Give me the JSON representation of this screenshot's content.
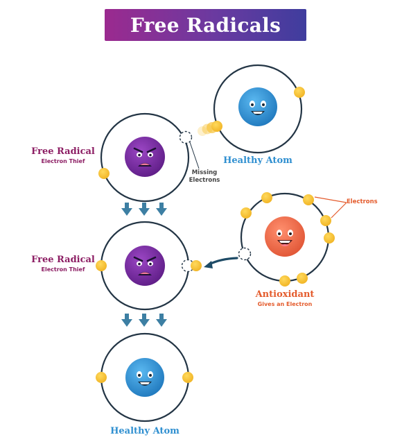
{
  "title": "Free Radicals",
  "labels": {
    "free_radical_1": {
      "title": "Free Radical",
      "subtitle": "Electron Thief"
    },
    "free_radical_2": {
      "title": "Free Radical",
      "subtitle": "Electron Thief"
    },
    "healthy_atom_top": "Healthy Atom",
    "healthy_atom_bottom": "Healthy Atom",
    "missing_electrons": [
      "Missing",
      "Electrons"
    ],
    "electrons": "Electrons",
    "antioxidant": {
      "title": "Antioxidant",
      "subtitle": "Gives an Electron"
    }
  },
  "colors": {
    "banner_start": "#9b2a8f",
    "banner_end": "#3f3d9e",
    "free_radical_nucleus": "#7a2aa0",
    "healthy_nucleus": "#2f8fd0",
    "antioxidant_nucleus": "#ef6a4a",
    "electron": "#f6c238",
    "arrow": "#3d7fa3",
    "label_free_radical": "#8c1d63",
    "label_healthy": "#2f8fd0",
    "label_antioxidant": "#e45b2c"
  }
}
